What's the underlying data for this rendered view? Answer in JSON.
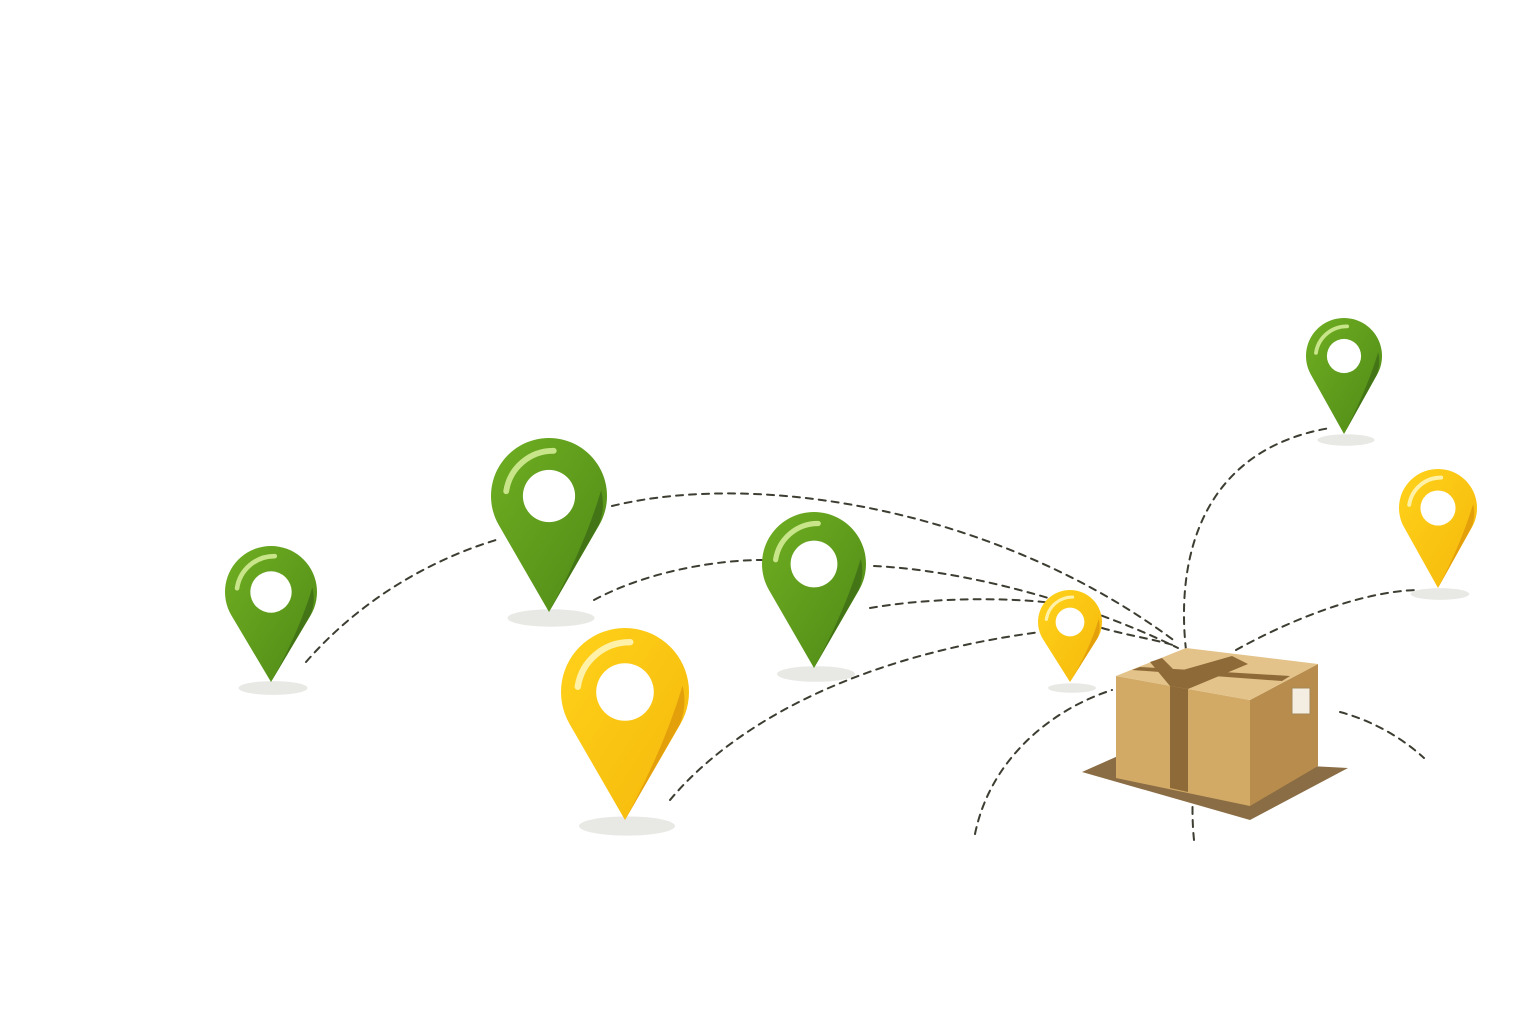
{
  "colors": {
    "background": "#ffffff",
    "route_line": "#3d3d32",
    "pin_green": "#5e9a1a",
    "pin_green_dark": "#3f7016",
    "pin_green_highlight": "#c9e58a",
    "pin_yellow": "#fbc40f",
    "pin_yellow_dark": "#e09a0a",
    "pin_yellow_highlight": "#fff1a8",
    "pin_hole": "#ffffff",
    "shadow": "#d6d6d0",
    "box_front": "#d2aa66",
    "box_side": "#b88c4c",
    "box_top": "#e3c38a",
    "box_tape": "#8e6a38",
    "box_base": "#8a6d45"
  },
  "pins": [
    {
      "name": "location-pin-green-far-left",
      "color": "green"
    },
    {
      "name": "location-pin-green-large",
      "color": "green"
    },
    {
      "name": "location-pin-green-center",
      "color": "green"
    },
    {
      "name": "location-pin-yellow-large",
      "color": "yellow"
    },
    {
      "name": "location-pin-yellow-small",
      "color": "yellow"
    },
    {
      "name": "location-pin-green-top-right",
      "color": "green"
    },
    {
      "name": "location-pin-yellow-right",
      "color": "yellow"
    }
  ],
  "package": {
    "name": "cardboard-box-icon"
  },
  "routes_count_label": ""
}
